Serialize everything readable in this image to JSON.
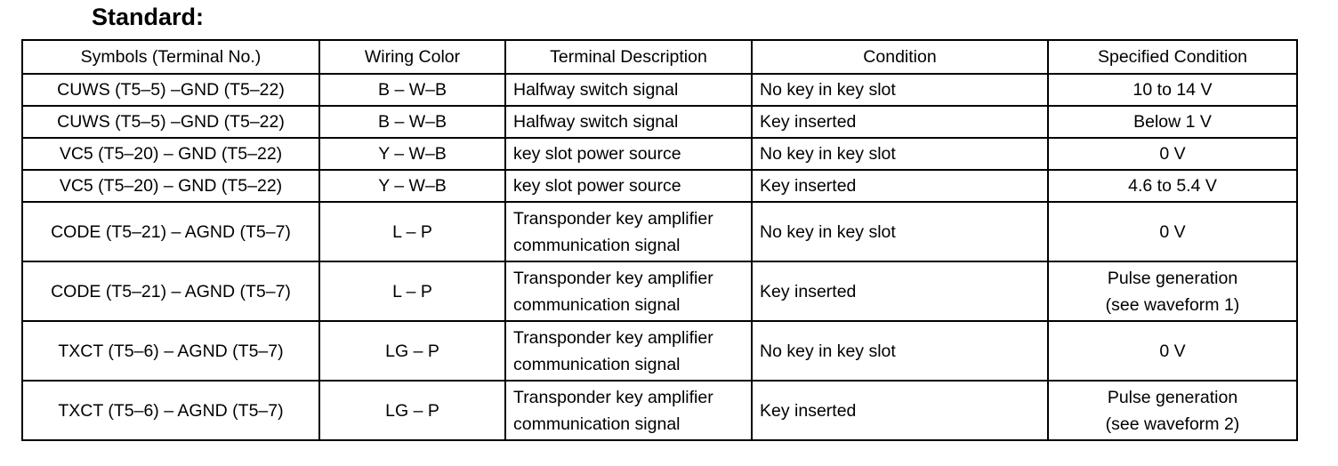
{
  "heading": "Standard:",
  "columns": [
    "Symbols (Terminal No.)",
    "Wiring Color",
    "Terminal Description",
    "Condition",
    "Specified Condition"
  ],
  "rows": [
    {
      "symbols": "CUWS (T5–5) –GND (T5–22)",
      "wiring": "B – W–B",
      "description": [
        "Halfway switch signal"
      ],
      "condition": "No key in key slot",
      "specified": [
        "10 to 14 V"
      ]
    },
    {
      "symbols": "CUWS (T5–5) –GND (T5–22)",
      "wiring": "B – W–B",
      "description": [
        "Halfway switch signal"
      ],
      "condition": "Key inserted",
      "specified": [
        "Below 1 V"
      ]
    },
    {
      "symbols": "VC5 (T5–20) – GND (T5–22)",
      "wiring": "Y – W–B",
      "description": [
        "key slot power source"
      ],
      "condition": "No key in key slot",
      "specified": [
        "0 V"
      ]
    },
    {
      "symbols": "VC5 (T5–20) – GND (T5–22)",
      "wiring": "Y – W–B",
      "description": [
        "key slot power source"
      ],
      "condition": "Key inserted",
      "specified": [
        "4.6 to 5.4 V"
      ]
    },
    {
      "symbols": "CODE (T5–21) – AGND (T5–7)",
      "wiring": "L – P",
      "description": [
        "Transponder key amplifier",
        "communication signal"
      ],
      "condition": "No key in key slot",
      "specified": [
        "0 V"
      ]
    },
    {
      "symbols": "CODE (T5–21) – AGND (T5–7)",
      "wiring": "L – P",
      "description": [
        "Transponder key amplifier",
        "communication signal"
      ],
      "condition": "Key inserted",
      "specified": [
        "Pulse generation",
        "(see waveform 1)"
      ]
    },
    {
      "symbols": "TXCT (T5–6) – AGND (T5–7)",
      "wiring": "LG – P",
      "description": [
        "Transponder key amplifier",
        "communication signal"
      ],
      "condition": "No key in key slot",
      "specified": [
        "0 V"
      ]
    },
    {
      "symbols": "TXCT (T5–6) – AGND (T5–7)",
      "wiring": "LG – P",
      "description": [
        "Transponder key amplifier",
        "communication signal"
      ],
      "condition": "Key inserted",
      "specified": [
        "Pulse generation",
        "(see waveform 2)"
      ]
    }
  ]
}
